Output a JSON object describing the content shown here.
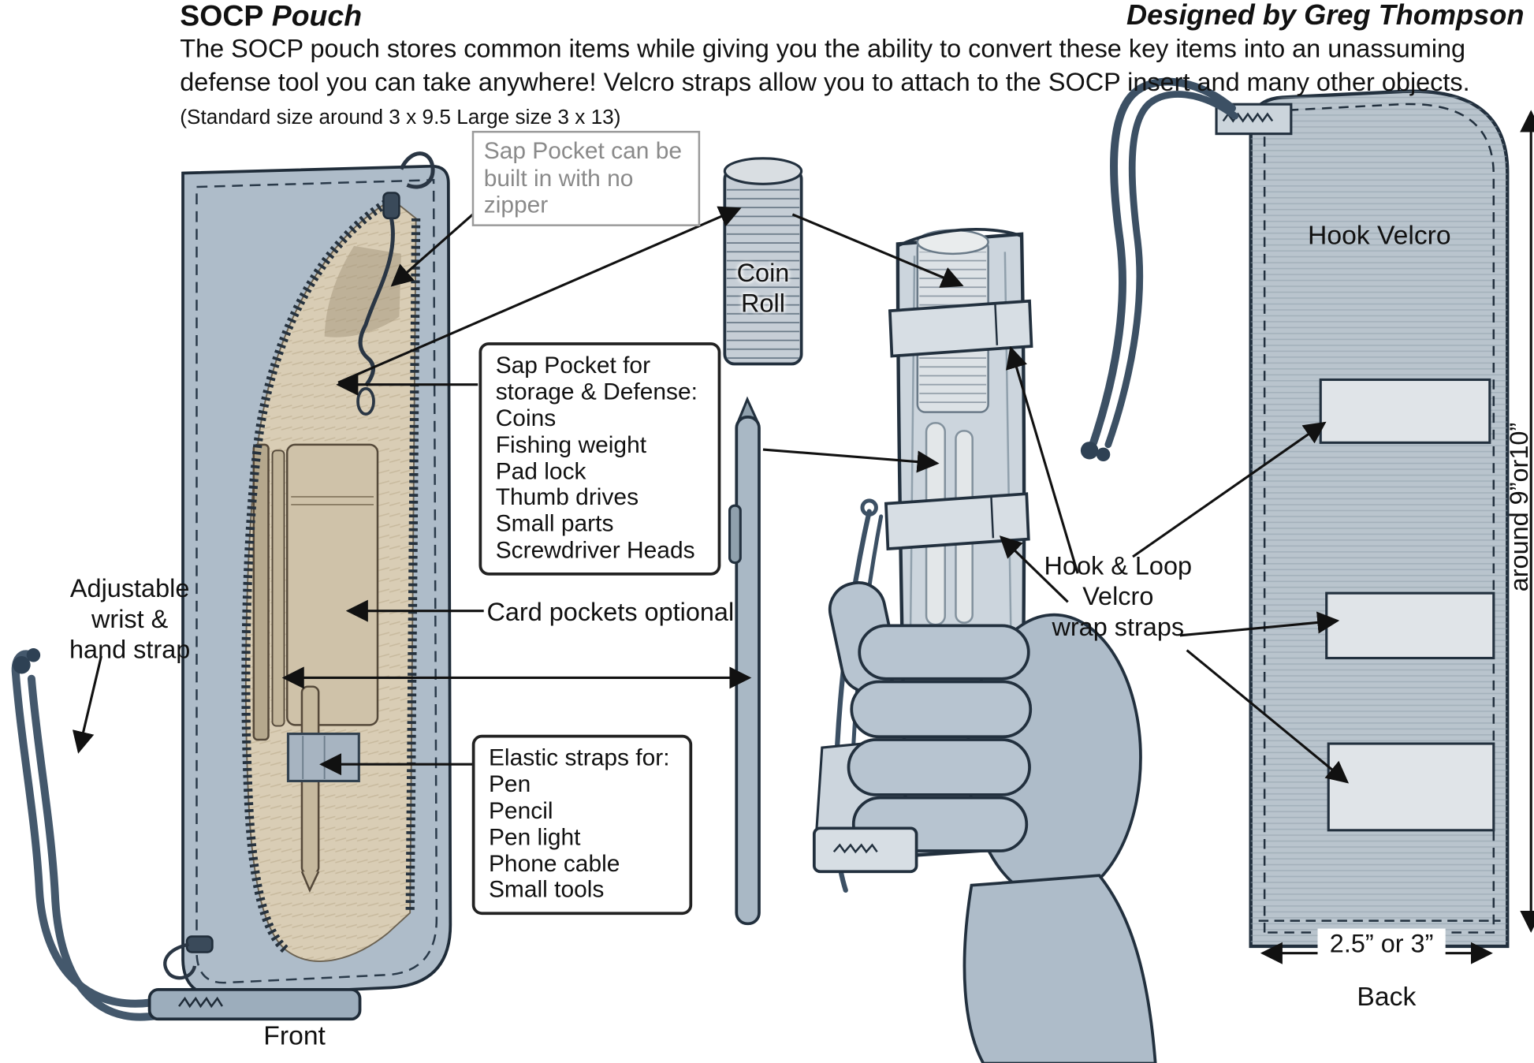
{
  "header": {
    "title": "SOCP",
    "title_sub": " Pouch",
    "designer": "Designed by Greg Thompson",
    "description": "The SOCP pouch stores common items while giving you the ability to convert these key items into an unassuming defense tool you can take anywhere! Velcro straps allow you to attach to the SOCP insert and many other objects. ",
    "size_note": "(Standard size around 3 x 9.5 Large size 3 x 13)"
  },
  "callouts": {
    "sap_note": "Sap Pocket can be\nbuilt in with no zipper",
    "sap_box_title": "Sap Pocket for\nstorage & Defense:",
    "sap_box_items": [
      "Coins",
      "Fishing weight",
      "Pad lock",
      "Thumb drives",
      "Small parts",
      "Screwdriver Heads"
    ],
    "card_pockets": "Card pockets optional",
    "elastic_title": "Elastic straps for:",
    "elastic_items": [
      "Pen",
      "Pencil",
      "Pen light",
      "Phone cable",
      "Small tools"
    ],
    "coin_roll": "Coin\nRoll",
    "wrist_strap": "Adjustable\nwrist &\nhand strap",
    "hook_loop": "Hook & Loop\nVelcro\nwrap straps",
    "hook_velcro": "Hook Velcro"
  },
  "views": {
    "front": "Front",
    "back": "Back"
  },
  "dimensions": {
    "width": "2.5” or 3”",
    "height": "around 9”or10”"
  }
}
